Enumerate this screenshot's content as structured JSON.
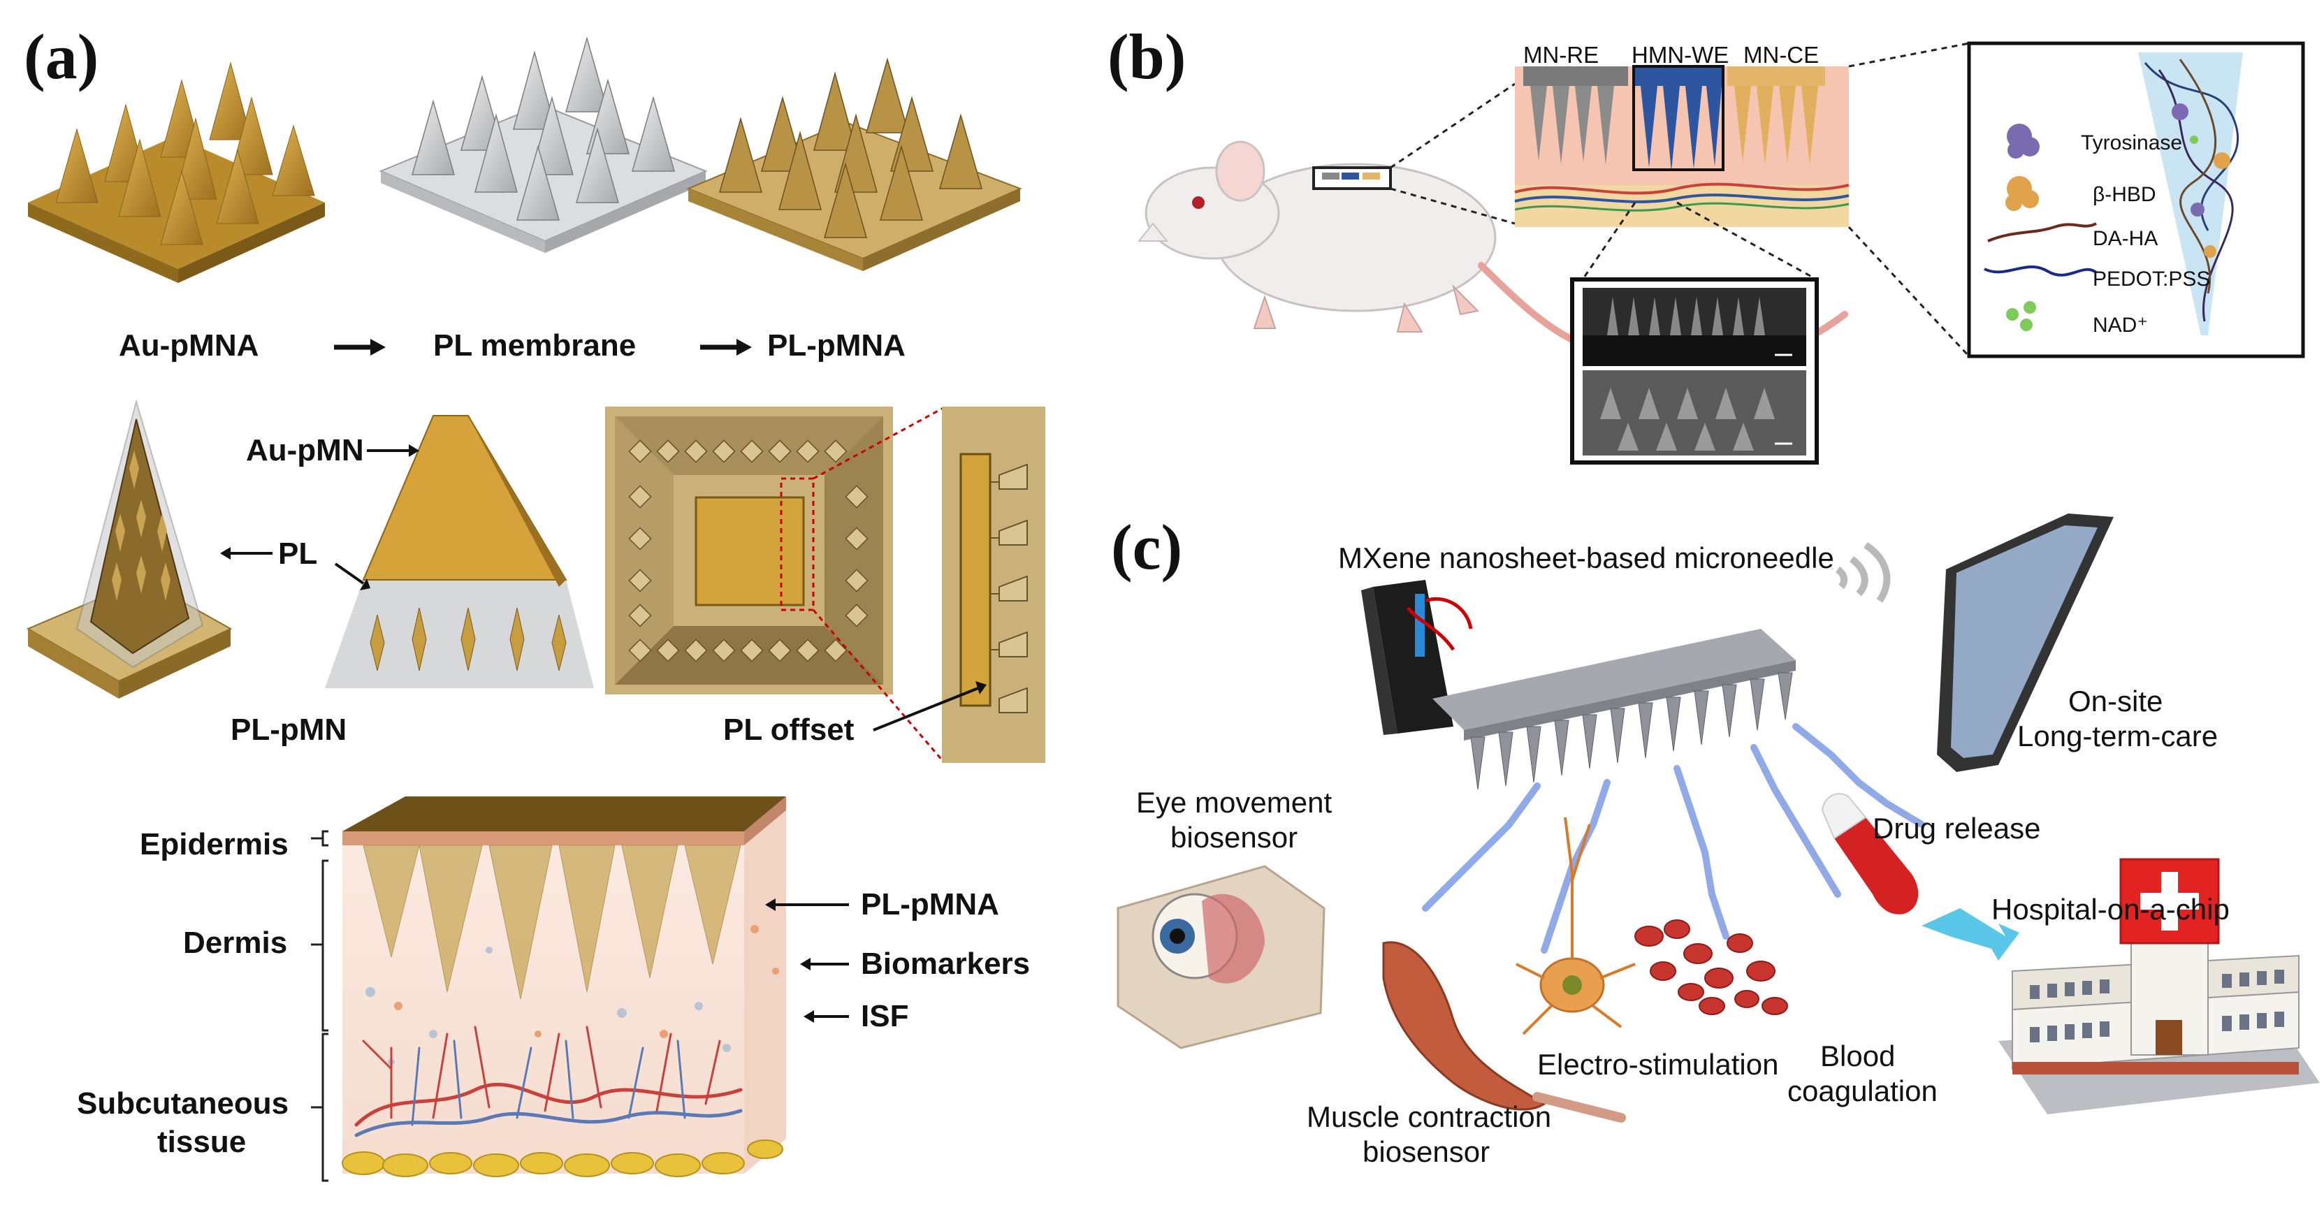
{
  "panels": {
    "a": {
      "letter": "(a)",
      "top_row": {
        "au_pmna": "Au-pMNA",
        "pl_membrane": "PL membrane",
        "pl_pmna": "PL-pMNA"
      },
      "mid_row": {
        "au_pmn": "Au-pMN",
        "pl": "PL",
        "pl_pmn": "PL-pMN",
        "pl_offset": "PL offset"
      },
      "skin": {
        "epidermis": "Epidermis",
        "dermis": "Dermis",
        "subcutaneous_line1": "Subcutaneous",
        "subcutaneous_line2": "tissue",
        "pl_pmna": "PL-pMNA",
        "biomarkers": "Biomarkers",
        "isf": "ISF"
      }
    },
    "b": {
      "letter": "(b)",
      "electrodes": {
        "re": "MN-RE",
        "we": "HMN-WE",
        "ce": "MN-CE"
      },
      "legend": {
        "tyrosinase": "Tyrosinase",
        "hbd": "β-HBD",
        "da_ha": "DA-HA",
        "pedot": "PEDOT:PSS",
        "nad": "NAD⁺"
      }
    },
    "c": {
      "letter": "(c)",
      "title": "MXene nanosheet-based microneedle",
      "onsite_line1": "On-site",
      "onsite_line2": "Long-term-care",
      "eye_line1": "Eye movement",
      "eye_line2": "biosensor",
      "drug_release": "Drug release",
      "hospital": "Hospital-on-a-chip",
      "electro": "Electro-stimulation",
      "blood_line1": "Blood",
      "blood_line2": "coagulation",
      "muscle_line1": "Muscle contraction",
      "muscle_line2": "biosensor"
    }
  },
  "colors": {
    "gold": "#c99a33",
    "gold_dark": "#8a6418",
    "silver": "#c8c9cc",
    "skin_pink": "#f4c9b4",
    "vessel_red": "#c8413a",
    "vessel_blue": "#5a79b5",
    "fat_yellow": "#e8c23a",
    "hospital_red": "#e32222",
    "arrow_cyan": "#5bc7e8"
  }
}
